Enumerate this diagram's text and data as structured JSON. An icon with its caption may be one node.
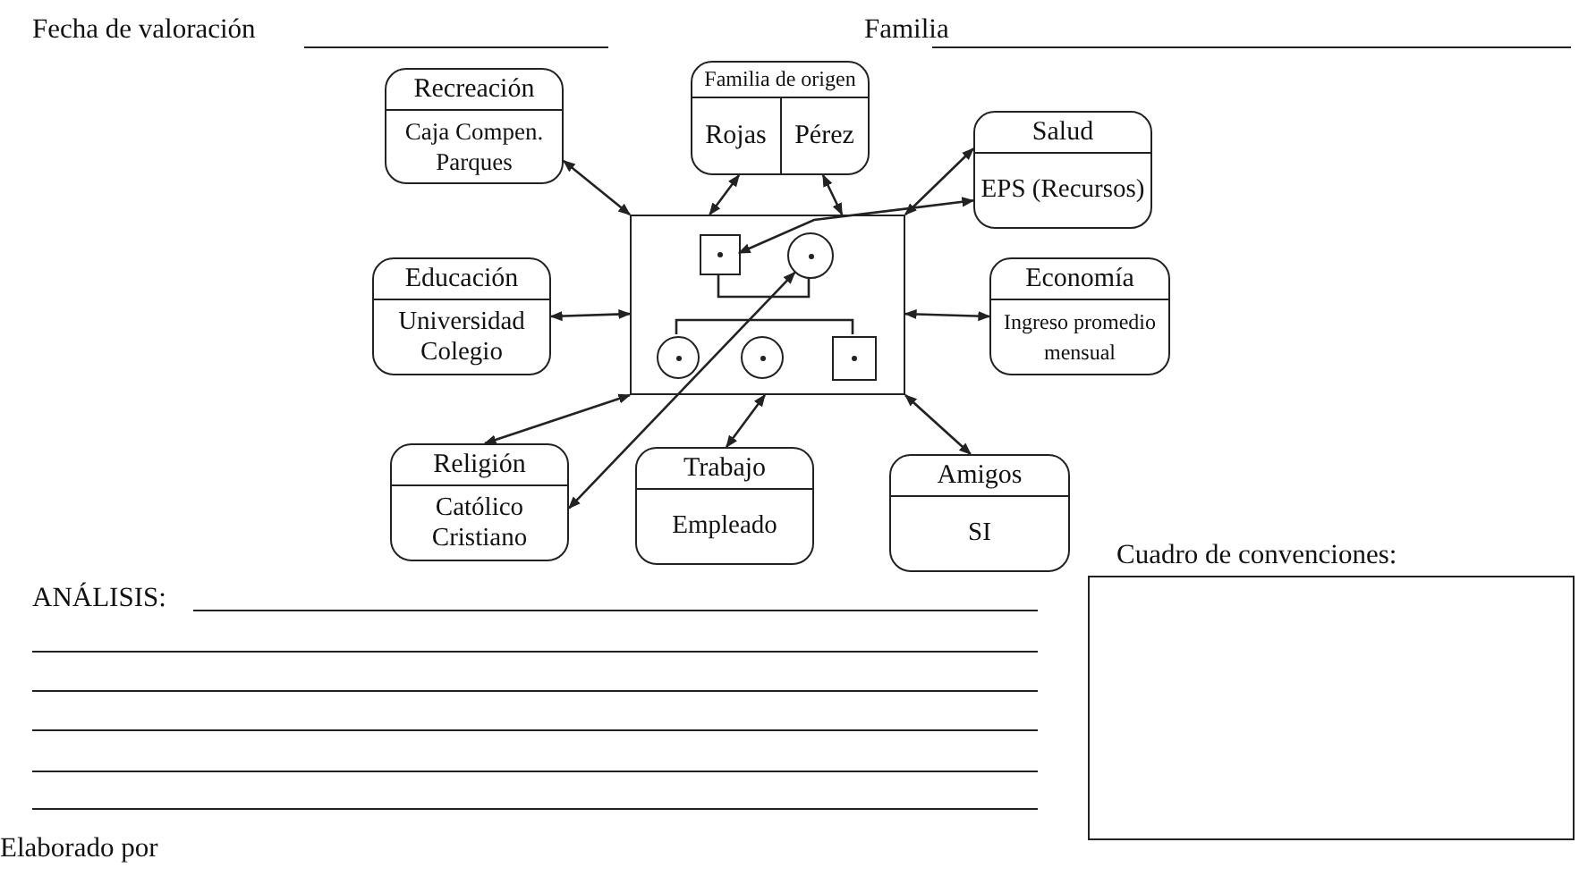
{
  "diagram": {
    "nodes": [
      {
        "text": [
          "Recreación",
          "Caja Compen. Parques"
        ]
      },
      {
        "text": [
          "Familia de origen",
          "Rojas",
          "Pérez"
        ]
      },
      {
        "text": [
          "Salud",
          "EPS (Recursos)"
        ]
      },
      {
        "text": [
          "Educación",
          "Universidad Colegio"
        ]
      },
      {
        "text": [],
        "shape": "box"
      },
      {
        "text": [],
        "shape": "box",
        "in": 4
      },
      {
        "text": [],
        "shape": "circle",
        "in": 4
      },
      {
        "text": [],
        "shape": "circle",
        "in": 4
      },
      {
        "text": [],
        "shape": "circle",
        "in": 4
      },
      {
        "text": [],
        "shape": "box",
        "in": 4
      },
      {
        "text": [
          "Economía",
          "Ingreso promedio mensual"
        ]
      },
      {
        "text": [
          "Religión",
          "Católico Cristiano"
        ]
      },
      {
        "text": [
          "Trabajo",
          "Empleado"
        ]
      },
      {
        "text": [
          "Amigos",
          "SI"
        ]
      },
      {
        "text": [
          "Cuadro de convenciones:"
        ]
      }
    ],
    "edges": [
      {
        "from": 0,
        "to": 4,
        "arrow": "both"
      },
      {
        "from": 1,
        "to": 4,
        "arrow": "both"
      },
      {
        "from": 1,
        "to": 4,
        "arrow": "both"
      },
      {
        "from": 2,
        "to": 4,
        "arrow": "both"
      },
      {
        "from": 2,
        "to": 5,
        "arrow": "both"
      },
      {
        "from": 3,
        "to": 4,
        "arrow": "both"
      },
      {
        "from": 4,
        "to": 10,
        "arrow": "both"
      },
      {
        "from": 11,
        "to": 4,
        "arrow": "both"
      },
      {
        "from": 11,
        "to": 6,
        "arrow": "both"
      },
      {
        "from": 12,
        "to": 4,
        "arrow": "both"
      },
      {
        "from": 13,
        "to": 4,
        "arrow": "both"
      },
      {
        "from": 5,
        "to": 6,
        "arrow": "none"
      },
      {
        "from": 7,
        "to": 9,
        "arrow": "none"
      }
    ],
    "labels": [
      "Fecha de valoración",
      "Familia",
      "ANÁLISIS:",
      "Elaborado por"
    ]
  }
}
